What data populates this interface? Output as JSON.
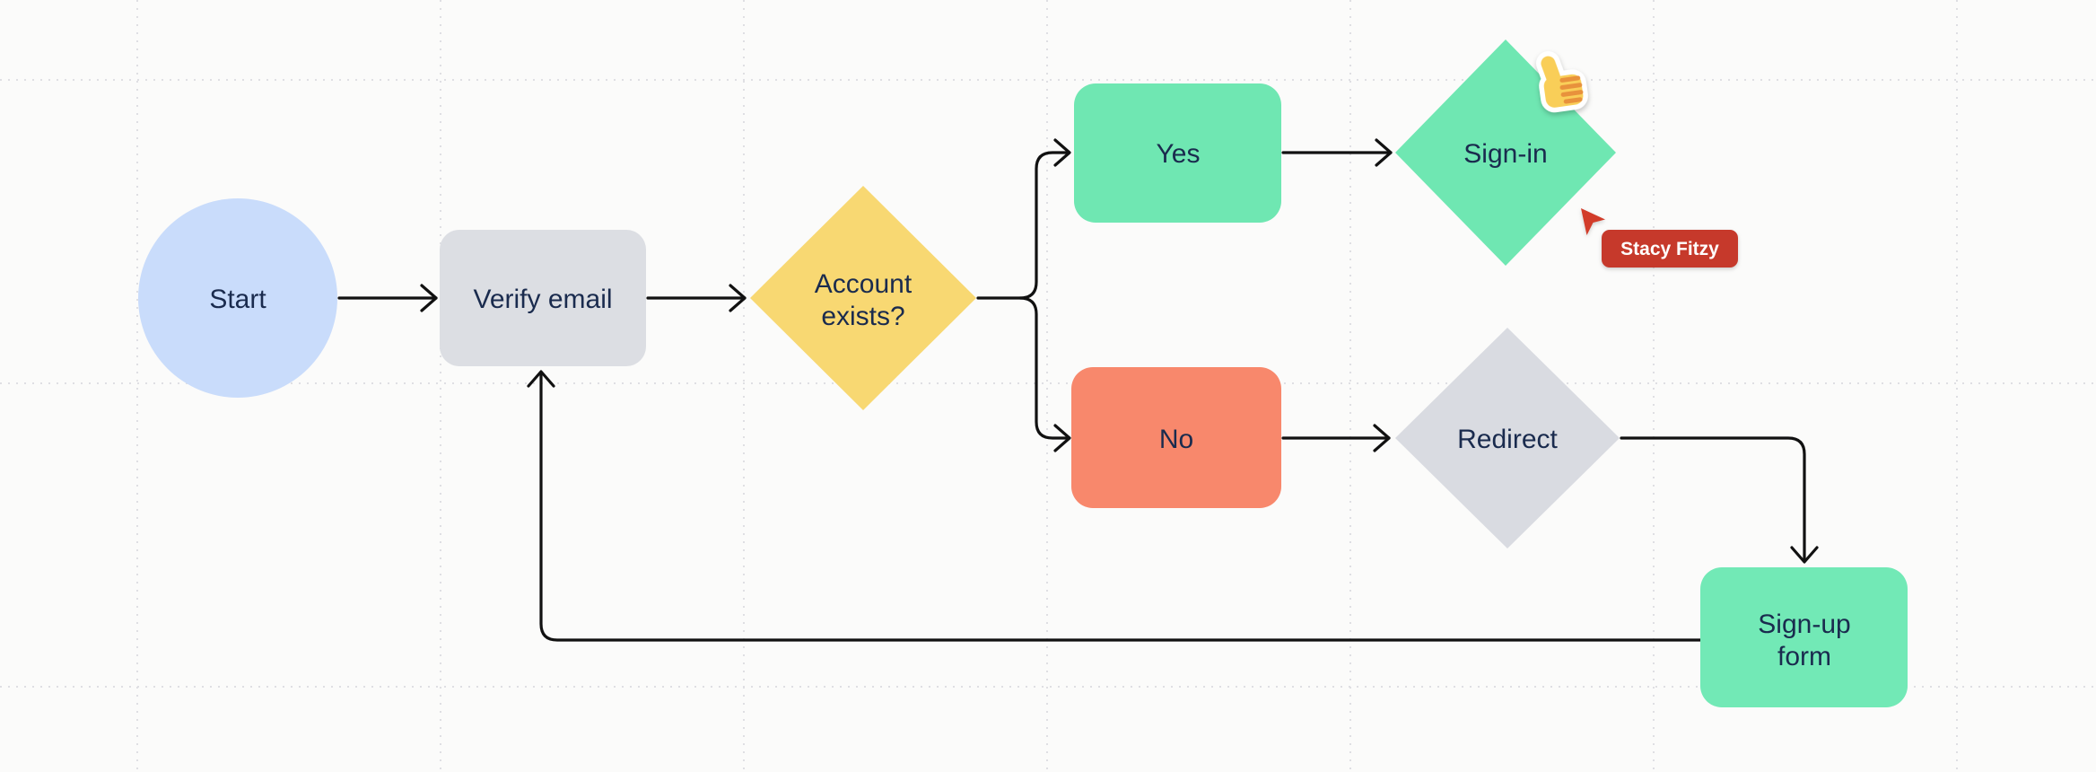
{
  "theme": {
    "background": "#fbfbfa",
    "grid": "#dfdfe3",
    "arrow": "#111111",
    "text": "#1a2b4e"
  },
  "nodes": [
    {
      "id": "start",
      "type": "circle",
      "label": "Start",
      "fill": "#c9dcfb"
    },
    {
      "id": "verify-email",
      "type": "rect",
      "label": "Verify email",
      "fill": "#dcdee3"
    },
    {
      "id": "account-exists",
      "type": "diamond",
      "label": "Account exists?",
      "fill": "#f8d872",
      "lines": [
        "Account",
        "exists?"
      ]
    },
    {
      "id": "yes",
      "type": "rect",
      "label": "Yes",
      "fill": "#6fe7b2"
    },
    {
      "id": "sign-in",
      "type": "diamond",
      "label": "Sign-in",
      "fill": "#6fe7b2"
    },
    {
      "id": "no",
      "type": "rect",
      "label": "No",
      "fill": "#f8886c"
    },
    {
      "id": "redirect",
      "type": "diamond",
      "label": "Redirect",
      "fill": "#d9dbe1"
    },
    {
      "id": "sign-up-form",
      "type": "rect",
      "label": "Sign-up form",
      "fill": "#72e9b6",
      "lines": [
        "Sign-up",
        "form"
      ]
    }
  ],
  "collaborator": {
    "name": "Stacy Fitzy",
    "cursor_color": "#d23c2a",
    "label_color": "#c6392b"
  },
  "reaction": {
    "icon": "thumbs-up",
    "base_color": "#f9ce58",
    "line_color": "#e8923c",
    "outline_color": "#ffffff"
  }
}
